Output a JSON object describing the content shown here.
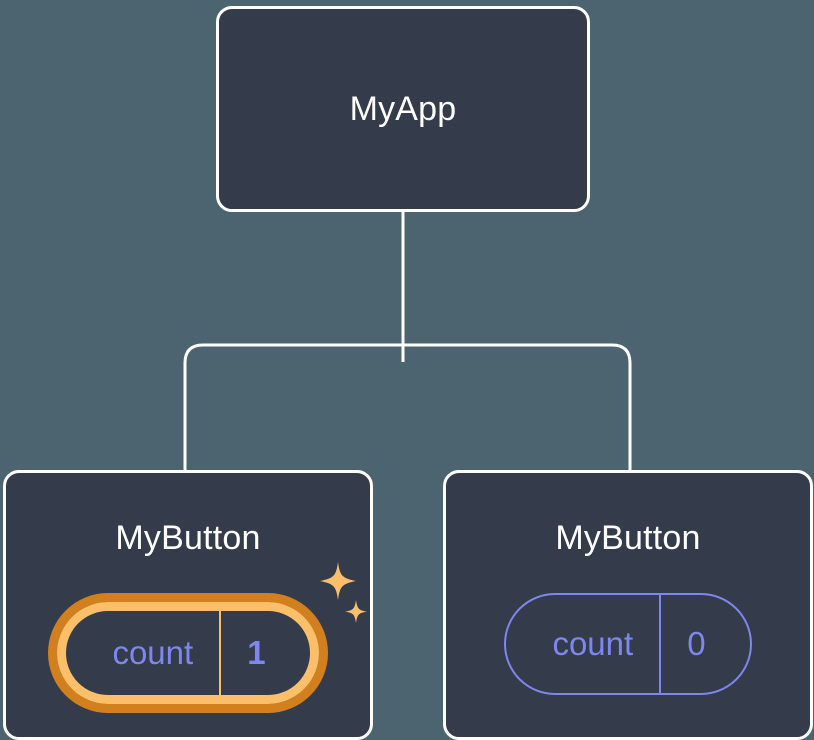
{
  "diagram": {
    "type": "component-tree",
    "background_color": "#4b6470",
    "card_color": "#343b4a",
    "card_border_color": "#ffffff",
    "connector_color": "#ffffff",
    "accent_state_color": "#7e86ef",
    "highlight_inner_color": "#fbbf6a",
    "highlight_outer_color": "#d2801e",
    "sparkle_color": "#fbbf6a",
    "root": {
      "title": "MyApp"
    },
    "children": [
      {
        "title": "MyButton",
        "state": {
          "label": "count",
          "value": "1",
          "highlighted": true,
          "sparkle": true
        }
      },
      {
        "title": "MyButton",
        "state": {
          "label": "count",
          "value": "0",
          "highlighted": false,
          "sparkle": false
        }
      }
    ]
  }
}
